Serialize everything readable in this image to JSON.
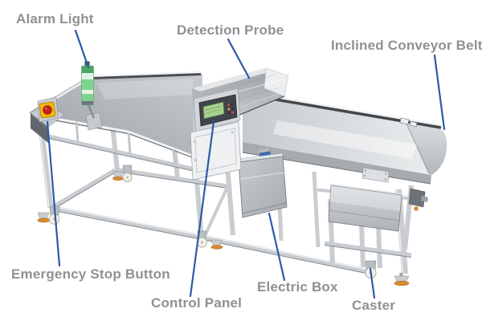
{
  "labels": {
    "alarm_light": "Alarm Light",
    "detection_probe": "Detection Probe",
    "inclined_conveyor_belt": "Inclined Conveyor Belt",
    "emergency_stop_button": "Emergency Stop Button",
    "control_panel": "Control Panel",
    "electric_box": "Electric Box",
    "caster": "Caster"
  },
  "style": {
    "background": "#ffffff",
    "label_color": "#8e9194",
    "leader_line_color": "#2d5aa8",
    "machine_metal_color": "#cfd3d6",
    "alarm_light_green": "#7ed28f",
    "estop_button_red": "#d6271c",
    "estop_body_yellow": "#f1b90c",
    "caster_foot_orange": "#d98b2e",
    "control_screen_green": "#a7d18f"
  }
}
